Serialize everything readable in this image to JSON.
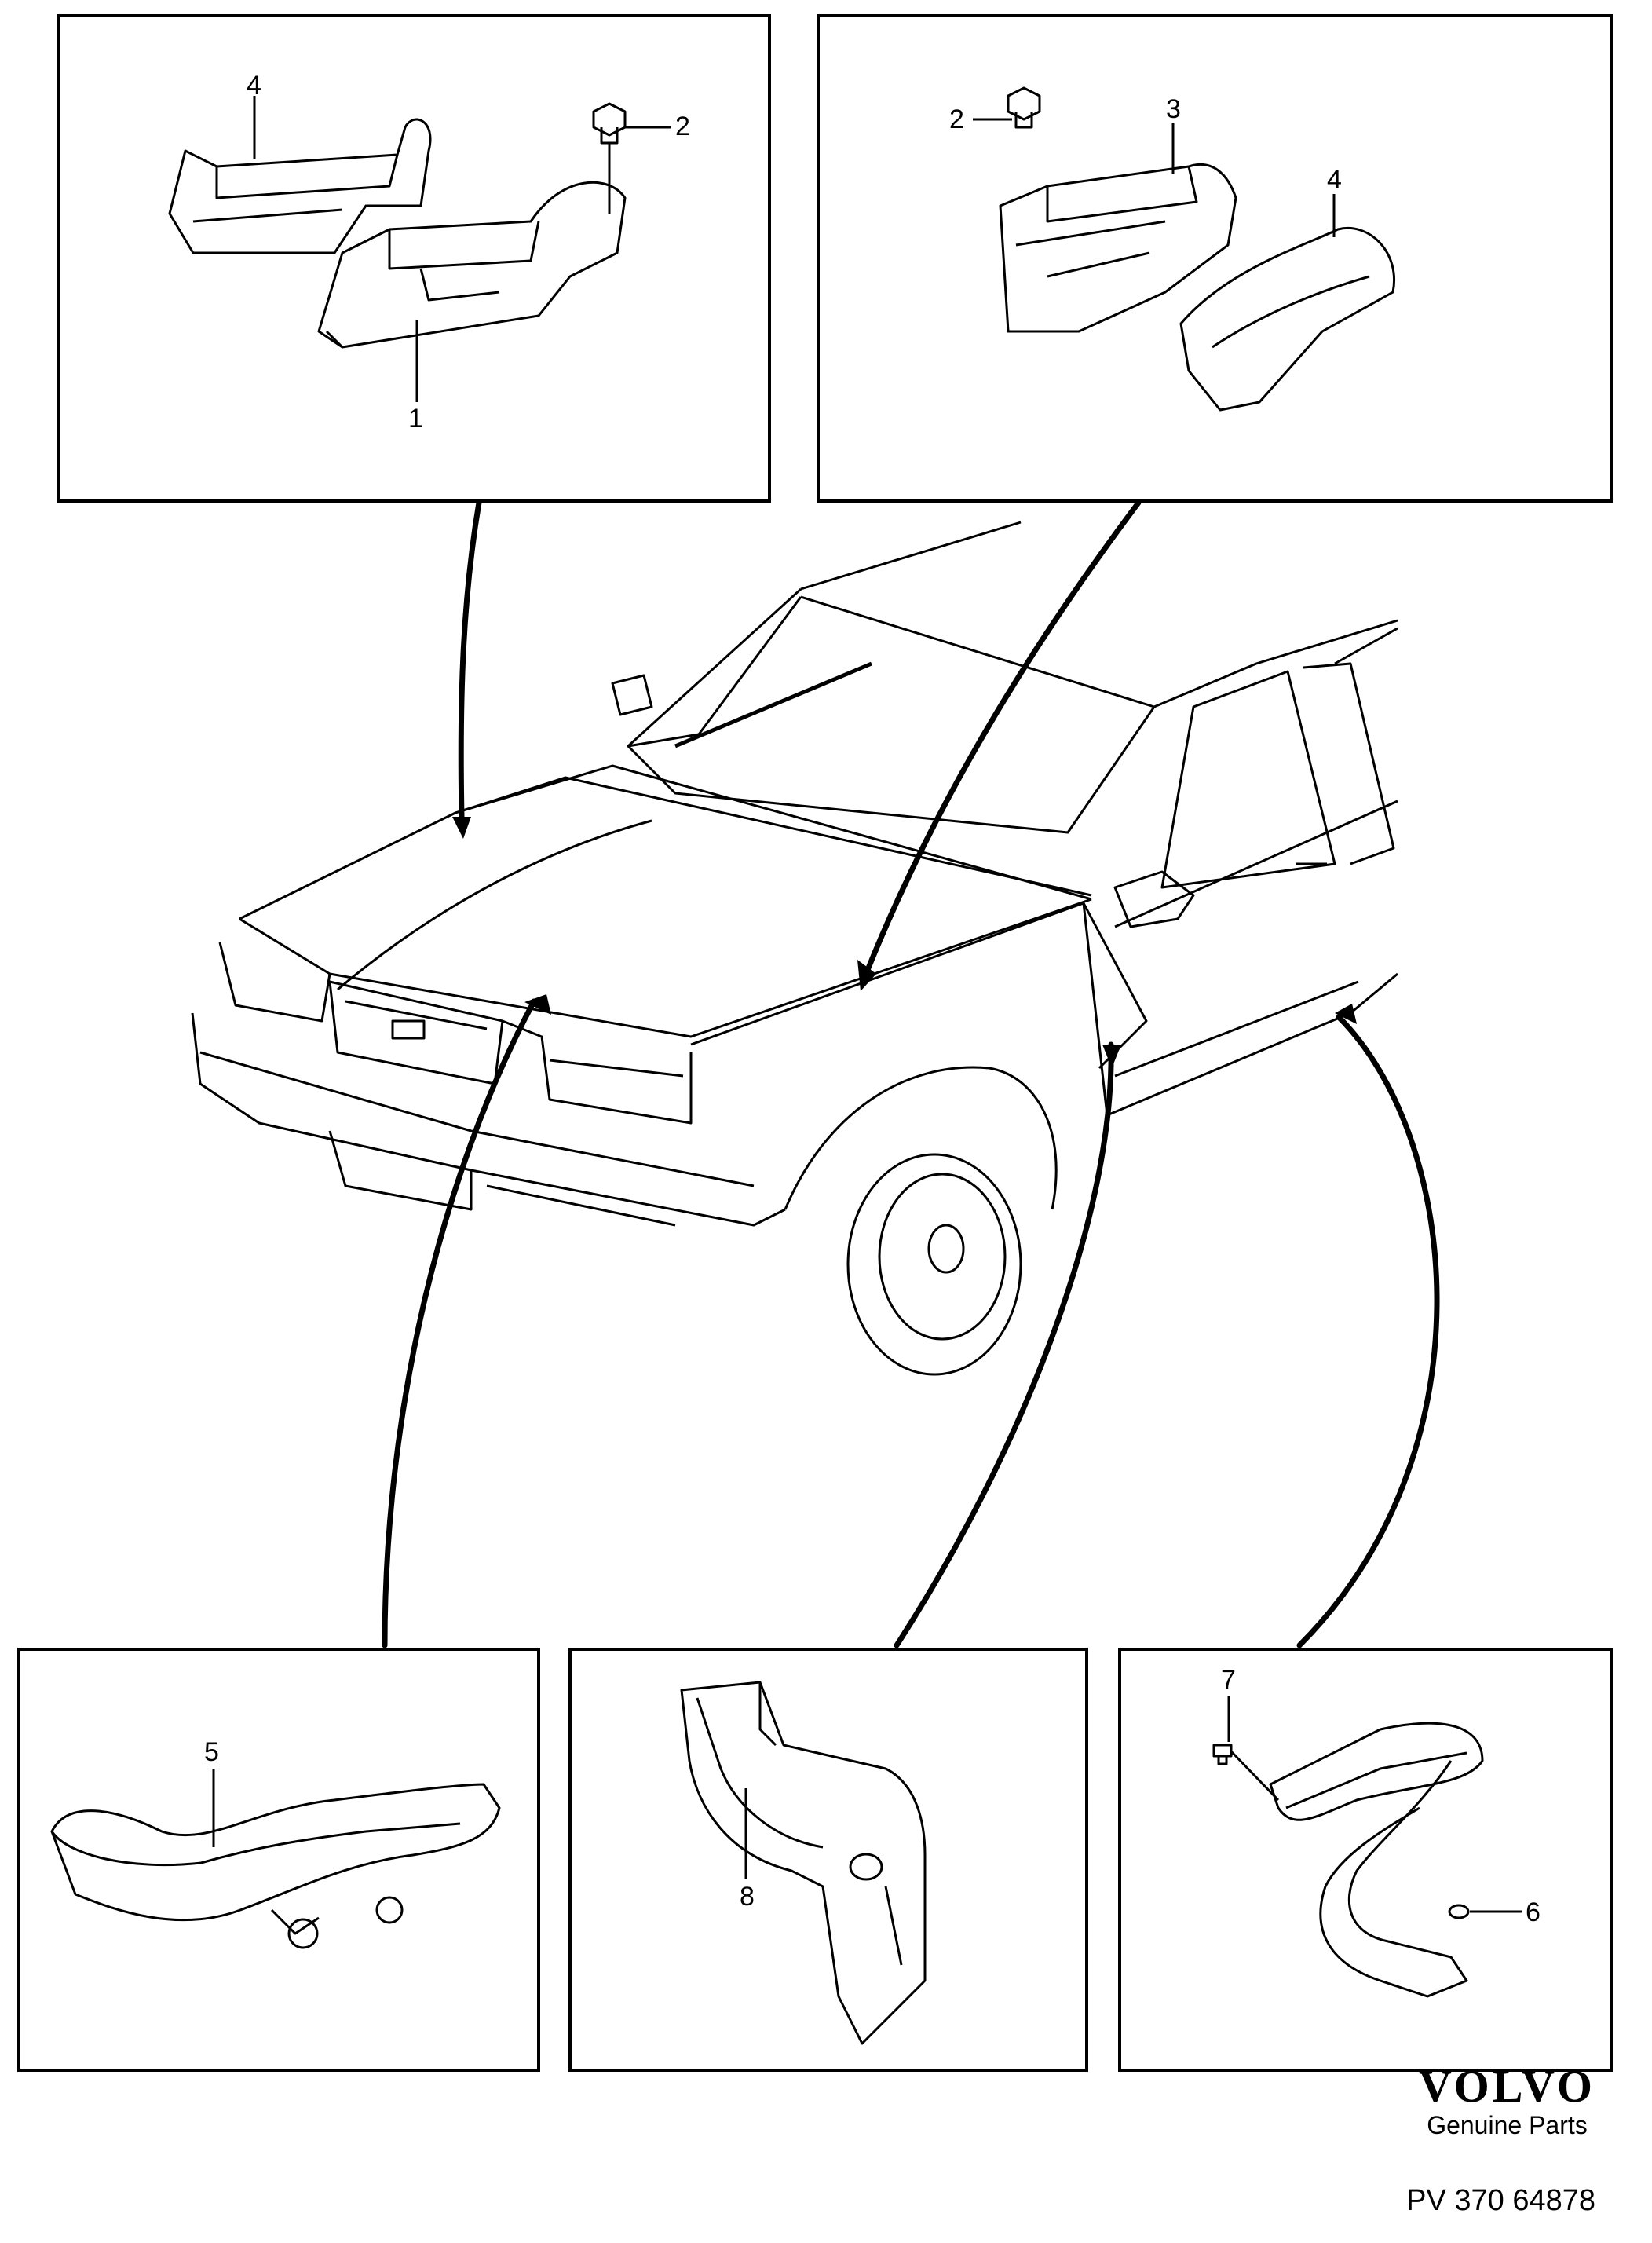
{
  "callouts": {
    "p1_4": "4",
    "p1_2": "2",
    "p1_1": "1",
    "p2_2": "2",
    "p2_3": "3",
    "p2_4": "4",
    "p3_5": "5",
    "p4_8": "8",
    "p5_7": "7",
    "p5_6": "6"
  },
  "logo": {
    "brand": "VOLVO",
    "tagline": "Genuine Parts",
    "reference": "PV 370 64878"
  }
}
